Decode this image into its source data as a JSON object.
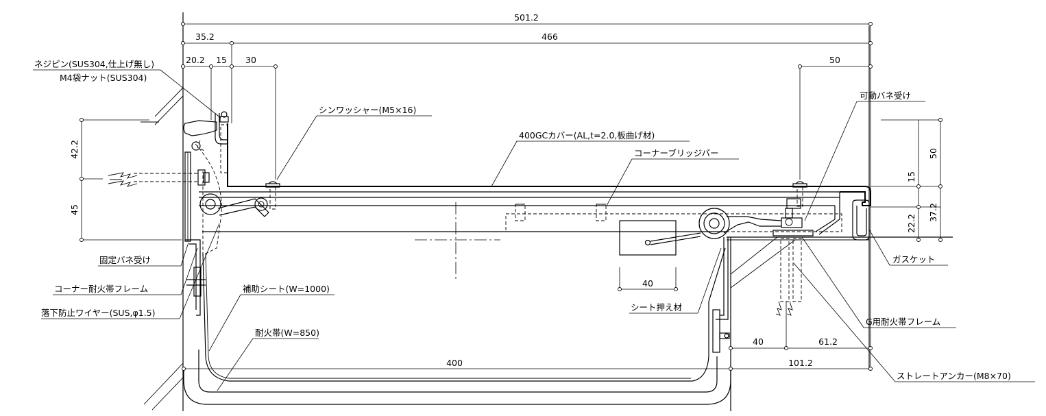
{
  "dimensions": {
    "overall_width": "501.2",
    "d_35_2": "35.2",
    "d_466": "466",
    "d_20_2": "20.2",
    "d_15": "15",
    "d_30": "30",
    "d_50_top": "50",
    "d_42_2": "42.2",
    "d_45": "45",
    "d_50_right": "50",
    "d_15_right": "15",
    "d_37_2": "37.2",
    "d_22_2": "22.2",
    "d_40_mid": "40",
    "d_40_right": "40",
    "d_61_2": "61.2",
    "d_101_2": "101.2",
    "d_400": "400"
  },
  "labels": {
    "screw_pin": "ネジピン(SUS304,仕上げ無し)",
    "cap_nut": "M4袋ナット(SUS304)",
    "washer": "シンワッシャー(M5×16)",
    "cover": "400GCカバー(AL,t=2.0,板曲げ材)",
    "bridge_bar": "コーナーブリッジバー",
    "movable_spring": "可動バネ受け",
    "gasket": "ガスケット",
    "fixed_spring": "固定バネ受け",
    "corner_frame": "コーナー耐火帯フレーム",
    "fall_wire": "落下防止ワイヤー(SUS,φ1.5)",
    "aux_sheet": "補助シート(W=1000)",
    "fire_band": "耐火帯(W=850)",
    "sheet_holder": "シート押え材",
    "g_frame": "G用耐火帯フレーム",
    "anchor": "ストレートアンカー(M8×70)"
  }
}
